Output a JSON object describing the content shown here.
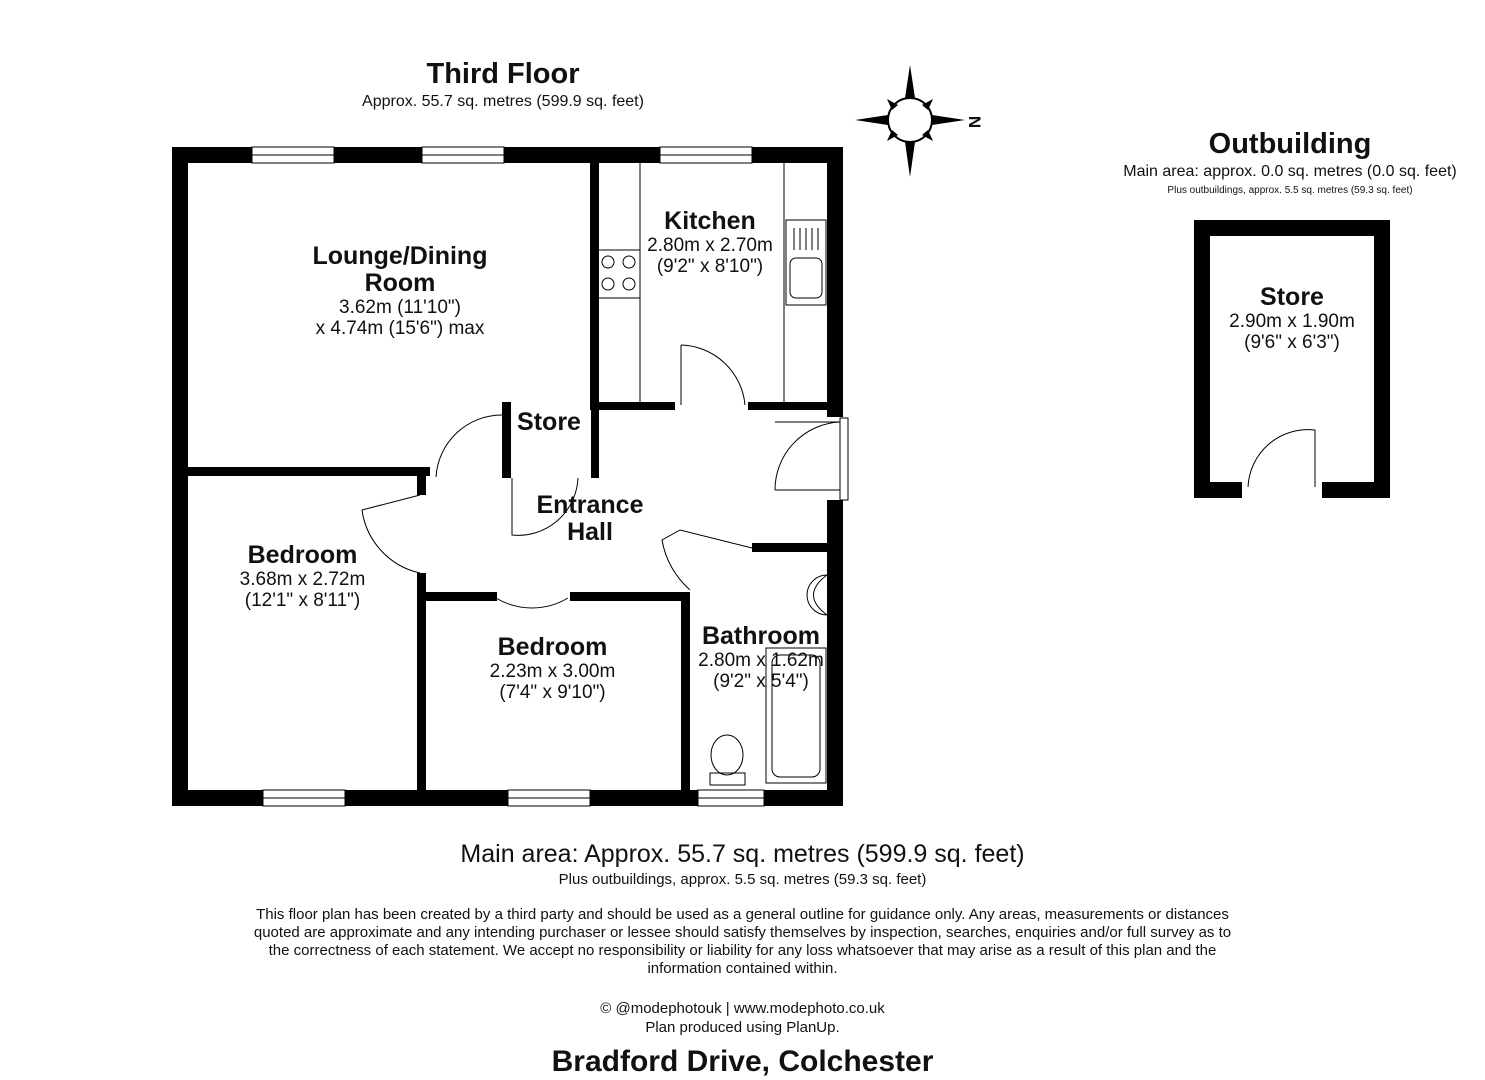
{
  "floor": {
    "title": "Third Floor",
    "subtitle": "Approx. 55.7 sq. metres (599.9 sq. feet)"
  },
  "outbuilding": {
    "title": "Outbuilding",
    "subtitle": "Main area: approx. 0.0 sq. metres (0.0 sq. feet)",
    "subtitle2": "Plus outbuildings, approx. 5.5 sq. metres (59.3 sq. feet)",
    "store": {
      "name": "Store",
      "dim1": "2.90m x 1.90m",
      "dim2": "(9'6\" x 6'3\")"
    }
  },
  "compass": {
    "label": "N"
  },
  "rooms": {
    "lounge": {
      "name1": "Lounge/Dining",
      "name2": "Room",
      "dim1": "3.62m (11'10\")",
      "dim2": "x 4.74m (15'6\") max"
    },
    "kitchen": {
      "name": "Kitchen",
      "dim1": "2.80m x 2.70m",
      "dim2": "(9'2\" x 8'10\")"
    },
    "store": {
      "name": "Store"
    },
    "hall": {
      "name1": "Entrance",
      "name2": "Hall"
    },
    "bedroom1": {
      "name": "Bedroom",
      "dim1": "3.68m x 2.72m",
      "dim2": "(12'1\" x 8'11\")"
    },
    "bedroom2": {
      "name": "Bedroom",
      "dim1": "2.23m x 3.00m",
      "dim2": "(7'4\" x 9'10\")"
    },
    "bathroom": {
      "name": "Bathroom",
      "dim1": "2.80m x 1.62m",
      "dim2": "(9'2\" x 5'4\")"
    }
  },
  "footer": {
    "main_area": "Main area: Approx. 55.7 sq. metres (599.9 sq. feet)",
    "plus_outbuildings": "Plus outbuildings, approx. 5.5 sq. metres (59.3 sq. feet)",
    "disclaimer": "This floor plan has been created by a third party and should be used as a general outline for guidance only. Any areas, measurements or distances quoted are approximate and any intending purchaser or lessee should satisfy themselves by inspection, searches, enquiries and/or full survey as to the correctness of each statement. We accept no responsibility or liability for any loss whatsoever that may arise as a result of this plan and the information contained within.",
    "credit1": "© @modephotouk | www.modephoto.co.uk",
    "credit2": "Plan produced using PlanUp.",
    "address": "Bradford Drive, Colchester"
  }
}
